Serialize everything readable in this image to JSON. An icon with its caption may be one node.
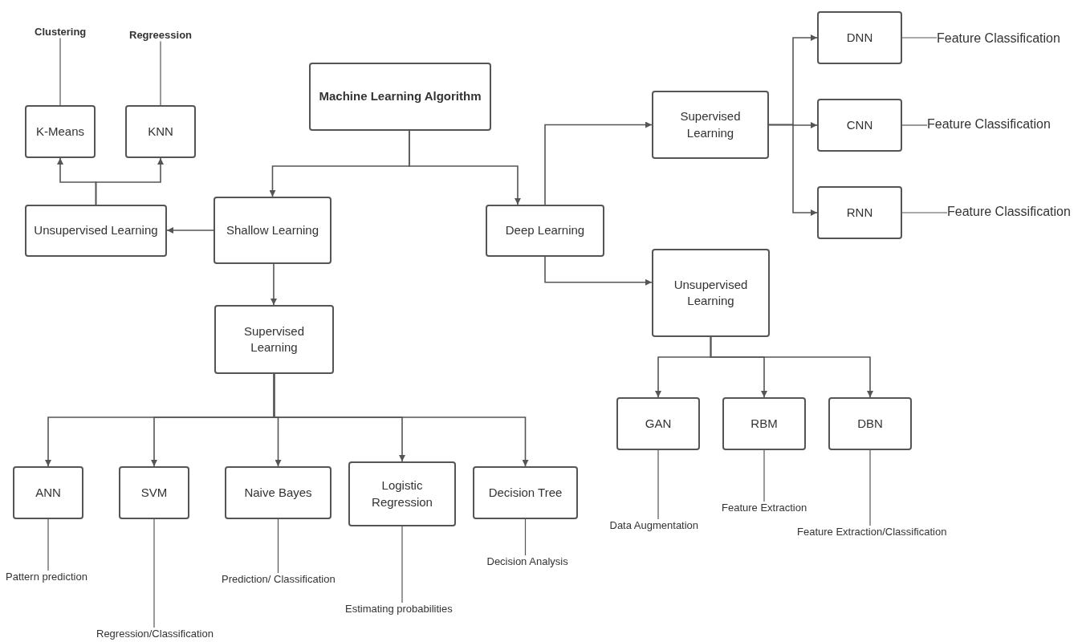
{
  "diagram": {
    "nodes": [
      {
        "text": [
          "Machine Learning Algorithm"
        ]
      },
      {
        "text": [
          "K-Means"
        ]
      },
      {
        "text": [
          "KNN"
        ]
      },
      {
        "text": [
          "Unsupervised Learning"
        ]
      },
      {
        "text": [
          "Shallow Learning"
        ]
      },
      {
        "text": [
          "Deep Learning"
        ]
      },
      {
        "text": [
          "Supervised Learning"
        ]
      },
      {
        "text": [
          "DNN"
        ]
      },
      {
        "text": [
          "CNN"
        ]
      },
      {
        "text": [
          "RNN"
        ]
      },
      {
        "text": [
          "Unsupervised Learning"
        ]
      },
      {
        "text": [
          "Supervised Learning"
        ]
      },
      {
        "text": [
          "ANN"
        ]
      },
      {
        "text": [
          "SVM"
        ]
      },
      {
        "text": [
          "Naive Bayes"
        ]
      },
      {
        "text": [
          "Logistic Regression"
        ]
      },
      {
        "text": [
          "Decision Tree"
        ]
      },
      {
        "text": [
          "GAN"
        ]
      },
      {
        "text": [
          "RBM"
        ]
      },
      {
        "text": [
          "DBN"
        ]
      },
      {
        "text": [
          "Clustering"
        ]
      },
      {
        "text": [
          "Regreession"
        ]
      },
      {
        "text": [
          "Feature Classification"
        ]
      },
      {
        "text": [
          "Feature Classification"
        ]
      },
      {
        "text": [
          "Feature Classification"
        ]
      },
      {
        "text": [
          "Pattern prediction"
        ]
      },
      {
        "text": [
          "Regression/Classification"
        ]
      },
      {
        "text": [
          "Prediction/ Classification"
        ]
      },
      {
        "text": [
          "Estimating probabilities"
        ]
      },
      {
        "text": [
          "Decision Analysis"
        ]
      },
      {
        "text": [
          "Data Augmentation"
        ]
      },
      {
        "text": [
          "Feature Extraction"
        ]
      },
      {
        "text": [
          "Feature Extraction/Classification"
        ]
      }
    ],
    "edges": [
      {
        "from": 0,
        "to": 4,
        "arrow": "to"
      },
      {
        "from": 0,
        "to": 5,
        "arrow": "to"
      },
      {
        "from": 4,
        "to": 3,
        "arrow": "to"
      },
      {
        "from": 3,
        "to": 1,
        "arrow": "to"
      },
      {
        "from": 3,
        "to": 2,
        "arrow": "to"
      },
      {
        "from": 4,
        "to": 11,
        "arrow": "to"
      },
      {
        "from": 5,
        "to": 6,
        "arrow": "to"
      },
      {
        "from": 5,
        "to": 10,
        "arrow": "to"
      },
      {
        "from": 6,
        "to": 7,
        "arrow": "to"
      },
      {
        "from": 6,
        "to": 8,
        "arrow": "to"
      },
      {
        "from": 6,
        "to": 9,
        "arrow": "to"
      },
      {
        "from": 10,
        "to": 17,
        "arrow": "to"
      },
      {
        "from": 10,
        "to": 18,
        "arrow": "to"
      },
      {
        "from": 10,
        "to": 19,
        "arrow": "to"
      },
      {
        "from": 11,
        "to": 12,
        "arrow": "to"
      },
      {
        "from": 11,
        "to": 13,
        "arrow": "to"
      },
      {
        "from": 11,
        "to": 14,
        "arrow": "to"
      },
      {
        "from": 11,
        "to": 15,
        "arrow": "to"
      },
      {
        "from": 11,
        "to": 16,
        "arrow": "to"
      },
      {
        "from": 1,
        "to": 20,
        "arrow": "none"
      },
      {
        "from": 2,
        "to": 21,
        "arrow": "none"
      },
      {
        "from": 7,
        "to": 22,
        "arrow": "none"
      },
      {
        "from": 8,
        "to": 23,
        "arrow": "none"
      },
      {
        "from": 9,
        "to": 24,
        "arrow": "none"
      },
      {
        "from": 12,
        "to": 25,
        "arrow": "none"
      },
      {
        "from": 13,
        "to": 26,
        "arrow": "none"
      },
      {
        "from": 14,
        "to": 27,
        "arrow": "none"
      },
      {
        "from": 15,
        "to": 28,
        "arrow": "none"
      },
      {
        "from": 16,
        "to": 29,
        "arrow": "none"
      },
      {
        "from": 17,
        "to": 30,
        "arrow": "none"
      },
      {
        "from": 18,
        "to": 31,
        "arrow": "none"
      },
      {
        "from": 19,
        "to": 32,
        "arrow": "none"
      }
    ]
  }
}
